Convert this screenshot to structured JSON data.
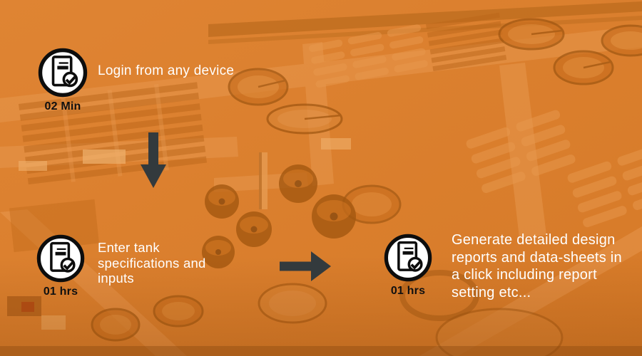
{
  "palette": {
    "overlay_orange": "#dc7e2c",
    "road_light": "#ea9c54",
    "ground_dark": "#bc671a",
    "tank_rim": "#9e5510",
    "arrow_color": "#333a3d",
    "text_white": "#ffffff",
    "time_text": "#101010",
    "icon_ring": "#0d0d0d",
    "icon_bg": "#ffffff"
  },
  "background": {
    "description": "aerial photo of wastewater treatment plant with orange overlay"
  },
  "steps": [
    {
      "name": "login",
      "icon": "document-check-icon",
      "duration": "02 Min",
      "lines": [
        "Login from any device"
      ]
    },
    {
      "name": "enter-tank-specs",
      "icon": "document-check-icon",
      "duration": "01 hrs",
      "lines": [
        "Enter tank",
        "specifications and",
        "inputs"
      ]
    },
    {
      "name": "generate-reports",
      "icon": "document-check-icon",
      "duration": "01 hrs",
      "lines": [
        "Generate detailed design",
        "reports and data-sheets in",
        "a click including report",
        "setting etc..."
      ]
    }
  ],
  "arrows": [
    {
      "name": "down-arrow",
      "direction": "down"
    },
    {
      "name": "right-arrow",
      "direction": "right"
    }
  ]
}
